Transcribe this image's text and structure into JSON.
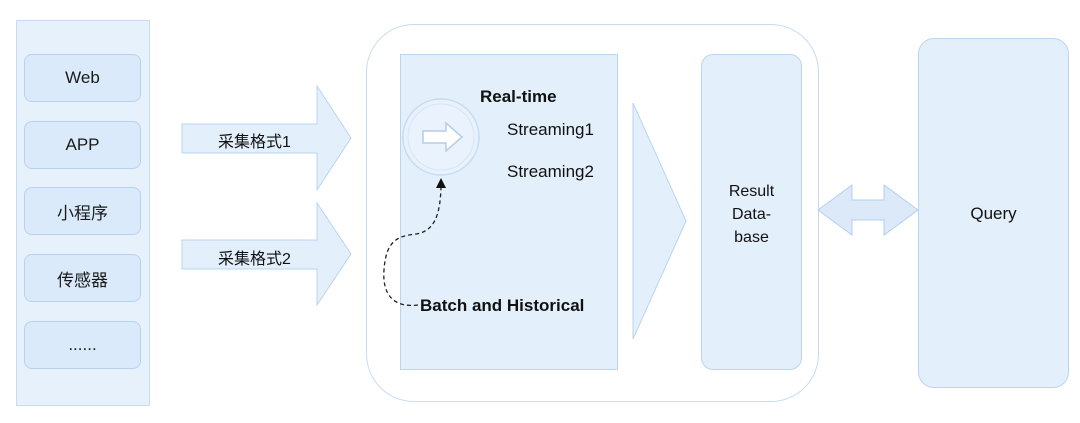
{
  "sources": {
    "items": [
      "Web",
      "APP",
      "小程序",
      "传感器",
      "......"
    ]
  },
  "ingest": {
    "format1": "采集格式1",
    "format2": "采集格式2"
  },
  "processing": {
    "realtime_title": "Real-time",
    "streaming1": "Streaming1",
    "streaming2": "Streaming2",
    "batch_label": "Batch and Historical"
  },
  "result_db": {
    "line1": "Result",
    "line2": "Data-",
    "line3": "base"
  },
  "query": {
    "label": "Query"
  },
  "colors": {
    "panel_fill": "#e3effb",
    "panel_border": "#bcd5ef",
    "arrow_fill": "#e3f0fc",
    "arrow_border": "#b9d4ef"
  }
}
